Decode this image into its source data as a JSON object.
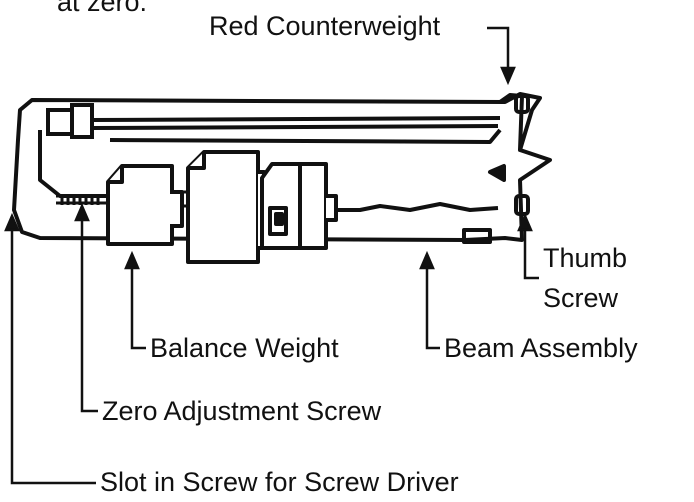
{
  "top_fragment": "at zero.",
  "labels": {
    "red_counterweight": "Red Counterweight",
    "thumb_screw_line1": "Thumb",
    "thumb_screw_line2": "Screw",
    "balance_weight": "Balance Weight",
    "beam_assembly": "Beam Assembly",
    "zero_adjustment_screw": "Zero Adjustment Screw",
    "slot_in_screw": "Slot in Screw for Screw Driver"
  },
  "colors": {
    "ink": "#111111",
    "background": "#ffffff"
  }
}
